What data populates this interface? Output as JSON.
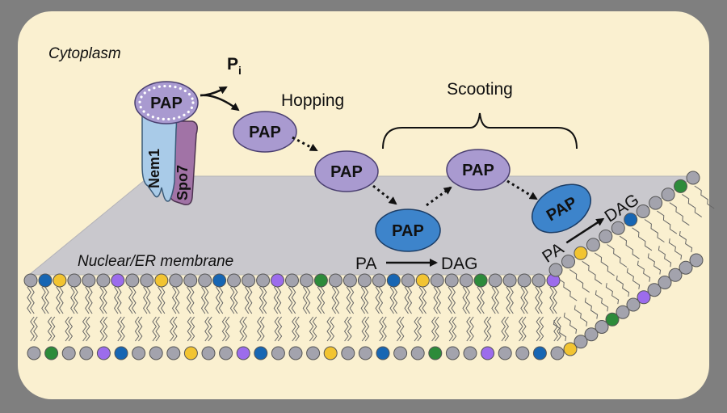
{
  "labels": {
    "cytoplasm": "Cytoplasm",
    "membrane": "Nuclear/ER membrane",
    "hopping": "Hopping",
    "scooting": "Scooting",
    "phosphate_main": "P",
    "phosphate_sub": "i"
  },
  "proteins": {
    "pap": "PAP",
    "nem1": "Nem1",
    "spo7": "Spo7"
  },
  "reactions": [
    {
      "substrate": "PA",
      "product": "DAG"
    },
    {
      "substrate": "PA",
      "product": "DAG"
    }
  ],
  "colors": {
    "frame": "#7f7f7f",
    "background": "#faf0d0",
    "membrane_surface": "#c9c8cd",
    "pap_free": "#a99ad0",
    "pap_bound": "#3d84cb",
    "nem1": "#a9cbe8",
    "spo7": "#a173a6",
    "lipid_default": "#a3a3ad",
    "lipid_blue": "#1766b3",
    "lipid_yellow": "#f2c431",
    "lipid_purple": "#9c6cec",
    "lipid_green": "#2d8b3a"
  },
  "lipid_pattern": {
    "front_upper": [
      "g",
      "b",
      "y",
      "g",
      "g",
      "g",
      "p",
      "g",
      "g",
      "y",
      "g",
      "g",
      "g",
      "b",
      "g",
      "g",
      "g",
      "p",
      "g",
      "g",
      "gr",
      "g",
      "g",
      "g",
      "g",
      "b",
      "g",
      "y",
      "g",
      "g",
      "g",
      "gr",
      "g",
      "g",
      "g",
      "g",
      "p"
    ],
    "front_lower": [
      "g",
      "gr",
      "g",
      "g",
      "p",
      "b",
      "g",
      "g",
      "g",
      "y",
      "g",
      "g",
      "p",
      "b",
      "g",
      "g",
      "g",
      "y",
      "g",
      "g",
      "b",
      "g",
      "g",
      "gr",
      "g",
      "g",
      "p",
      "g",
      "g",
      "b",
      "g"
    ],
    "side_upper": [
      "g",
      "g",
      "y",
      "g",
      "g",
      "g",
      "b",
      "g",
      "g",
      "g",
      "gr",
      "g"
    ],
    "side_lower": [
      "y",
      "g",
      "g",
      "g",
      "gr",
      "g",
      "g",
      "p",
      "g",
      "g",
      "g",
      "g",
      "g"
    ]
  }
}
